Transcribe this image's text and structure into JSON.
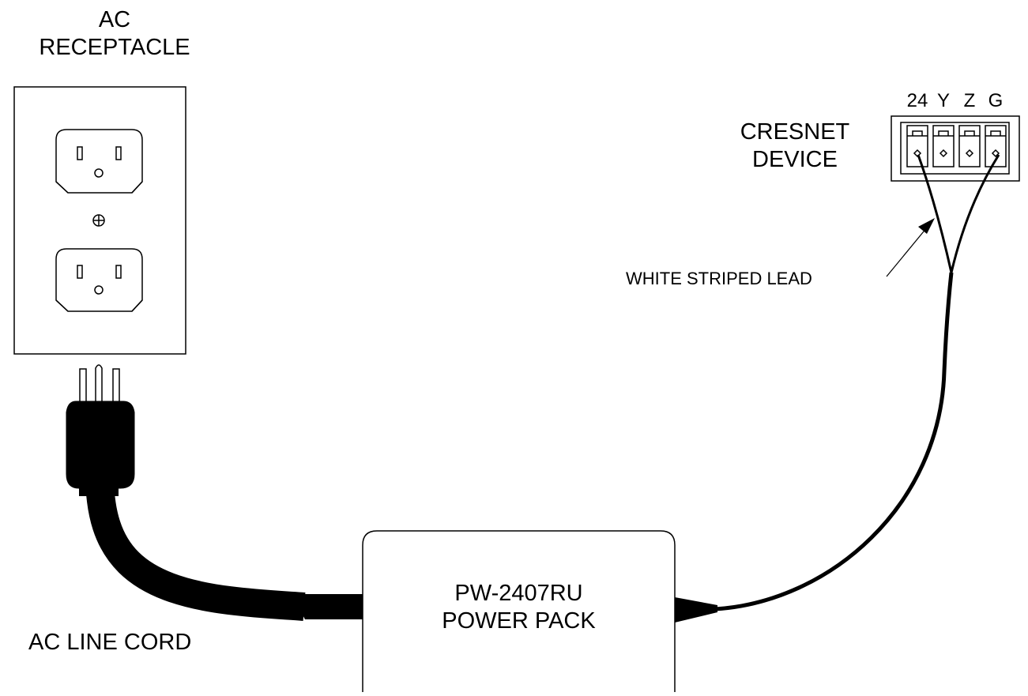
{
  "receptacle": {
    "title_line1": "AC",
    "title_line2": "RECEPTACLE"
  },
  "device": {
    "title_line1": "CRESNET",
    "title_line2": "DEVICE",
    "pins": [
      "24",
      "Y",
      "Z",
      "G"
    ]
  },
  "cord": {
    "label": "AC LINE CORD"
  },
  "power_pack": {
    "line1": "PW-2407RU",
    "line2": "POWER PACK"
  },
  "lead": {
    "label": "WHITE STRIPED LEAD"
  },
  "colors": {
    "stroke": "#000000",
    "background": "#ffffff"
  }
}
